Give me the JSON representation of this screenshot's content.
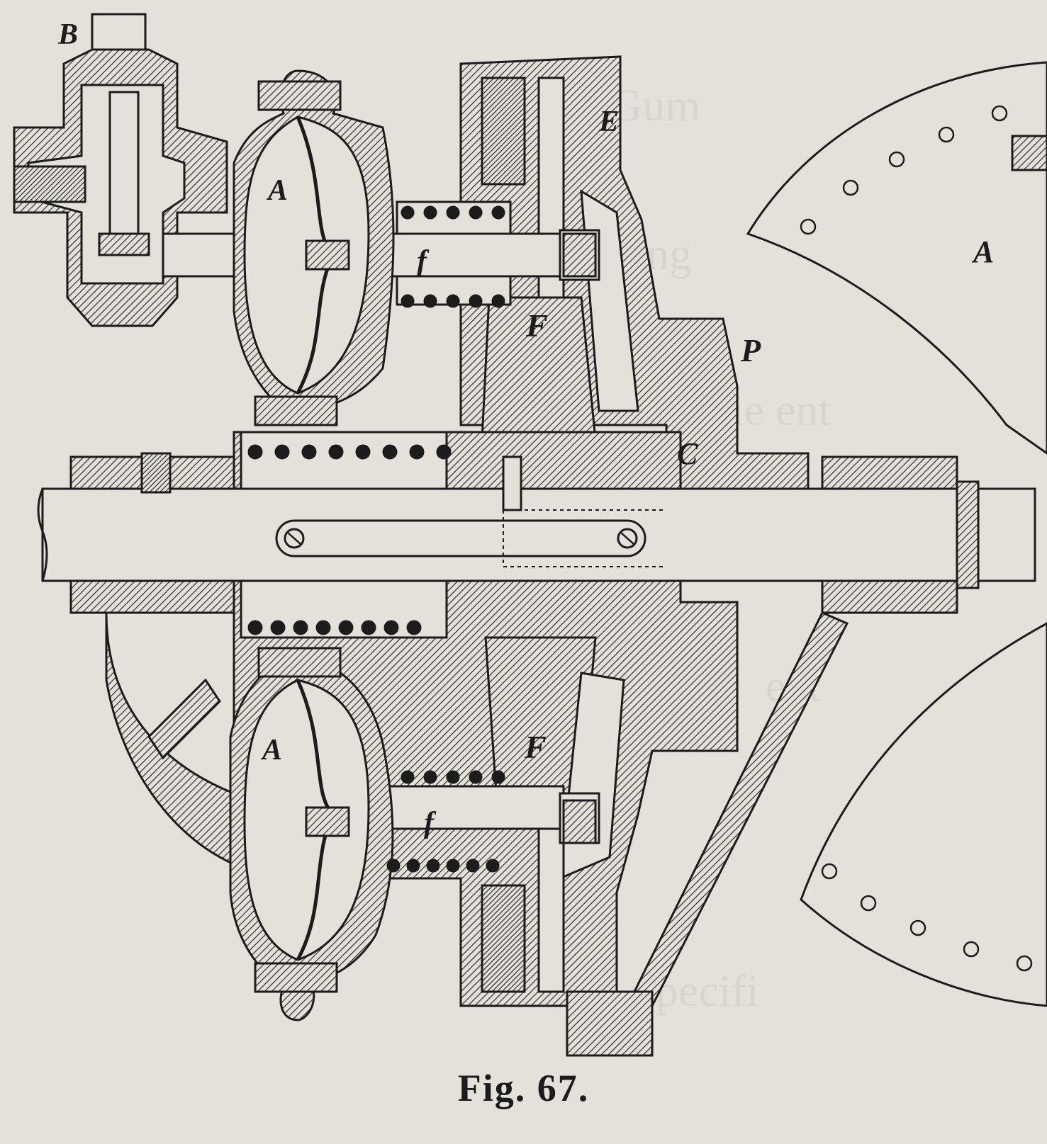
{
  "figure": {
    "caption": "Fig. 67.",
    "labels": {
      "B": "B",
      "A_top": "A",
      "E": "E",
      "f_top": "f",
      "F_top": "F",
      "P": "P",
      "C": "C",
      "A_bottom": "A",
      "F_bottom": "F",
      "f_bottom": "f",
      "A_right": "A"
    }
  },
  "colors": {
    "paper": "#e3e1da",
    "ink": "#1c1c1c",
    "hatch": "#3a3a3a"
  }
}
